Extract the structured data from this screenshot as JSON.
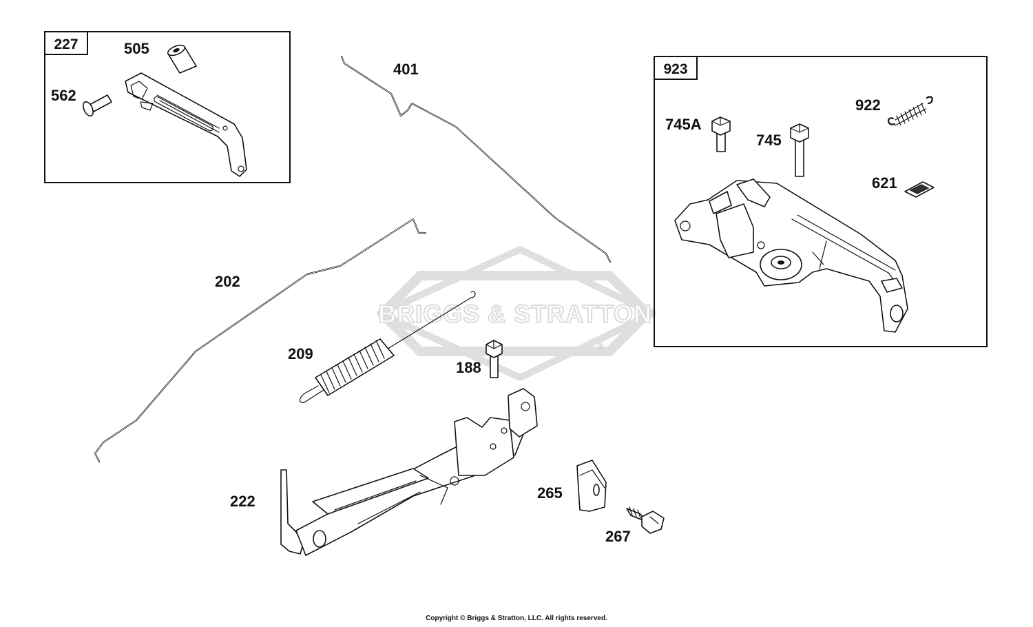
{
  "watermark": {
    "wordmark": "BRIGGS & STRATTON",
    "registered_mark": "®"
  },
  "assemblies": [
    {
      "id": "227"
    },
    {
      "id": "923"
    }
  ],
  "callouts": {
    "c505": "505",
    "c562": "562",
    "c401": "401",
    "c202": "202",
    "c209": "209",
    "c188": "188",
    "c222": "222",
    "c265": "265",
    "c267": "267",
    "c745A": "745A",
    "c745": "745",
    "c922": "922",
    "c621": "621"
  },
  "footer": {
    "copyright": "Copyright © Briggs & Stratton, LLC. All rights reserved."
  }
}
